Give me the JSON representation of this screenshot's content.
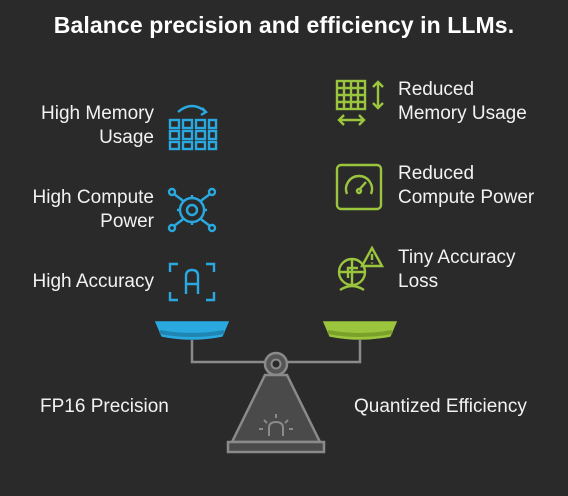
{
  "title": "Balance precision and efficiency in LLMs.",
  "colors": {
    "background": "#2a2a2a",
    "fp16_accent": "#29a9e0",
    "quantized_accent": "#9bc53d",
    "scale_gray": "#707070"
  },
  "left_items": [
    {
      "line1": "High Memory",
      "line2": "Usage",
      "icon": "memory-blocks-icon"
    },
    {
      "line1": "High Compute",
      "line2": "Power",
      "icon": "gear-chip-icon"
    },
    {
      "line1": "High Accuracy",
      "line2": "",
      "icon": "focus-a-icon"
    }
  ],
  "right_items": [
    {
      "line1": "Reduced",
      "line2": "Memory Usage",
      "icon": "compressed-grid-icon"
    },
    {
      "line1": "Reduced",
      "line2": "Compute Power",
      "icon": "gauge-icon"
    },
    {
      "line1": "Tiny Accuracy",
      "line2": "Loss",
      "icon": "chart-warning-icon"
    }
  ],
  "left_label": "FP16 Precision",
  "right_label": "Quantized Efficiency"
}
